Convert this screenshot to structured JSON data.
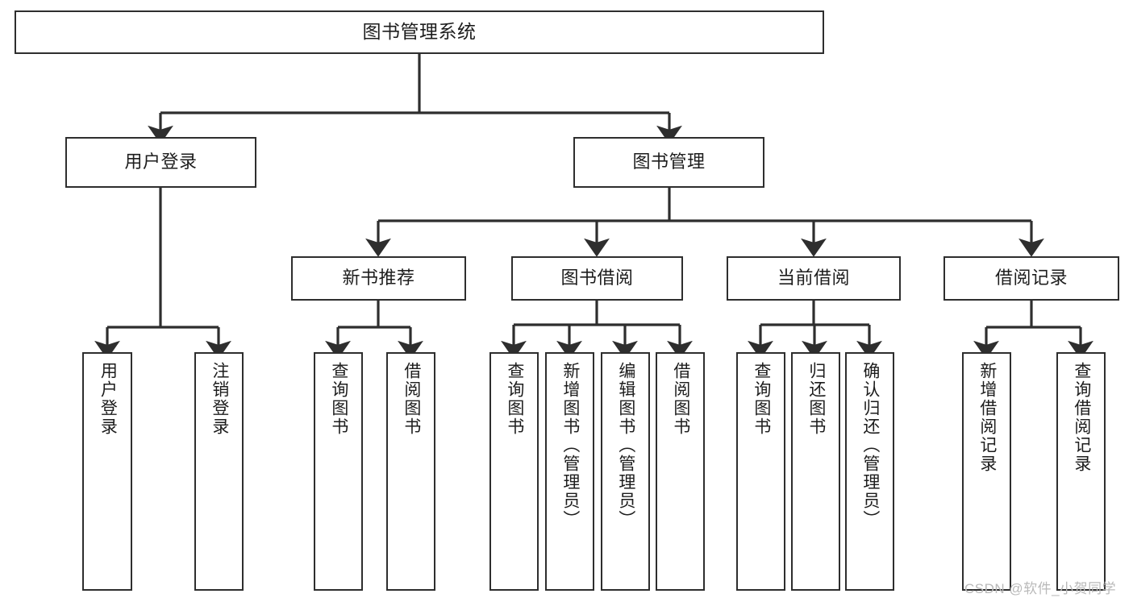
{
  "diagram": {
    "title": "图书管理系统",
    "type": "hierarchy-tree",
    "watermark": "CSDN @软件_小贺同学",
    "colors": {
      "box_border": "#2e2e2e",
      "box_fill": "#ffffff",
      "connector": "#2e2e2e",
      "text": "#1d1d1d",
      "watermark": "#b9b9b9"
    },
    "levels": {
      "root": {
        "label": "图书管理系统"
      },
      "level2": [
        {
          "id": "user-login",
          "label": "用户登录"
        },
        {
          "id": "book-manage",
          "label": "图书管理"
        }
      ],
      "level3": [
        {
          "id": "new-book-recommend",
          "label": "新书推荐"
        },
        {
          "id": "book-borrow",
          "label": "图书借阅"
        },
        {
          "id": "current-borrow",
          "label": "当前借阅"
        },
        {
          "id": "borrow-record",
          "label": "借阅记录"
        }
      ],
      "leaves": {
        "user-login": [
          {
            "id": "leaf-user-login",
            "label": "用户登录"
          },
          {
            "id": "leaf-logout-login",
            "label": "注销登录"
          }
        ],
        "new-book-recommend": [
          {
            "id": "leaf-query-book-1",
            "label": "查询图书"
          },
          {
            "id": "leaf-borrow-book-1",
            "label": "借阅图书"
          }
        ],
        "book-borrow": [
          {
            "id": "leaf-query-book-2",
            "label": "查询图书"
          },
          {
            "id": "leaf-add-book-admin",
            "label": "新增图书（管理员）"
          },
          {
            "id": "leaf-edit-book-admin",
            "label": "编辑图书（管理员）"
          },
          {
            "id": "leaf-borrow-book-2",
            "label": "借阅图书"
          }
        ],
        "current-borrow": [
          {
            "id": "leaf-query-book-3",
            "label": "查询图书"
          },
          {
            "id": "leaf-return-book",
            "label": "归还图书"
          },
          {
            "id": "leaf-confirm-return-admin",
            "label": "确认归还（管理员）"
          }
        ],
        "borrow-record": [
          {
            "id": "leaf-add-borrow-record",
            "label": "新增借阅记录"
          },
          {
            "id": "leaf-query-borrow-record",
            "label": "查询借阅记录"
          }
        ]
      }
    }
  }
}
